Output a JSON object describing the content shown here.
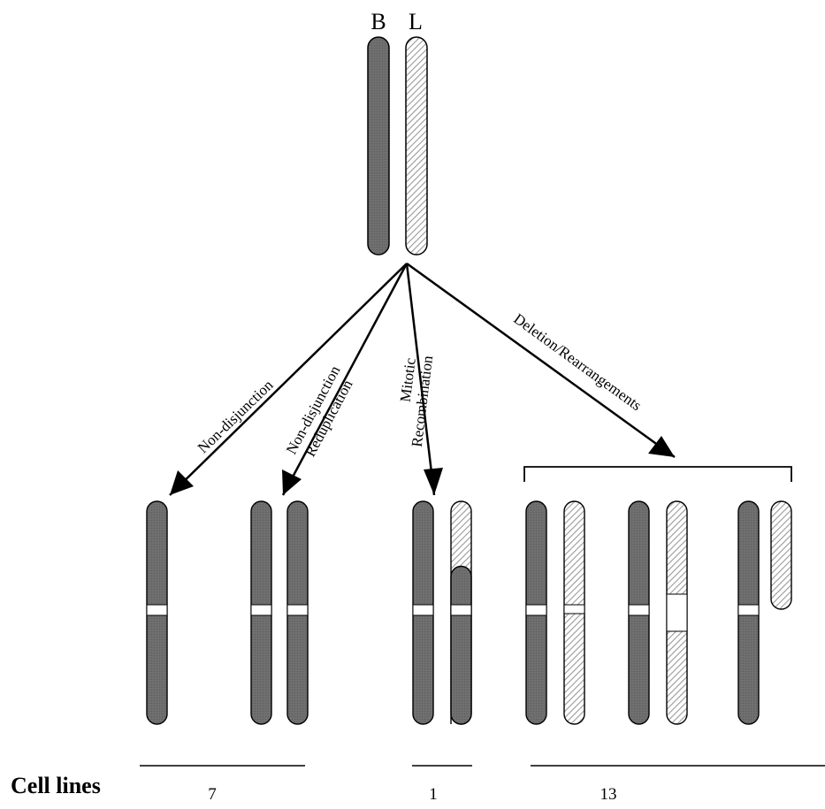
{
  "parents": {
    "b_label": "B",
    "l_label": "L"
  },
  "arrows": {
    "non_disjunction": "Non-disjunction",
    "non_disjunction_redup_line1": "Non-disjunction",
    "non_disjunction_redup_line2": "Reduplication",
    "mitotic_line1": "Mitotic",
    "mitotic_line2": "Recombination",
    "deletion": "Deletion/Rearrangements"
  },
  "footer": {
    "row_label": "Cell lines",
    "counts": [
      "7",
      "1",
      "13"
    ]
  },
  "colors": {
    "b_chromosome": "#6f6f6f",
    "l_chromosome_hatch": "#9a9a9a",
    "outline": "#000000"
  }
}
